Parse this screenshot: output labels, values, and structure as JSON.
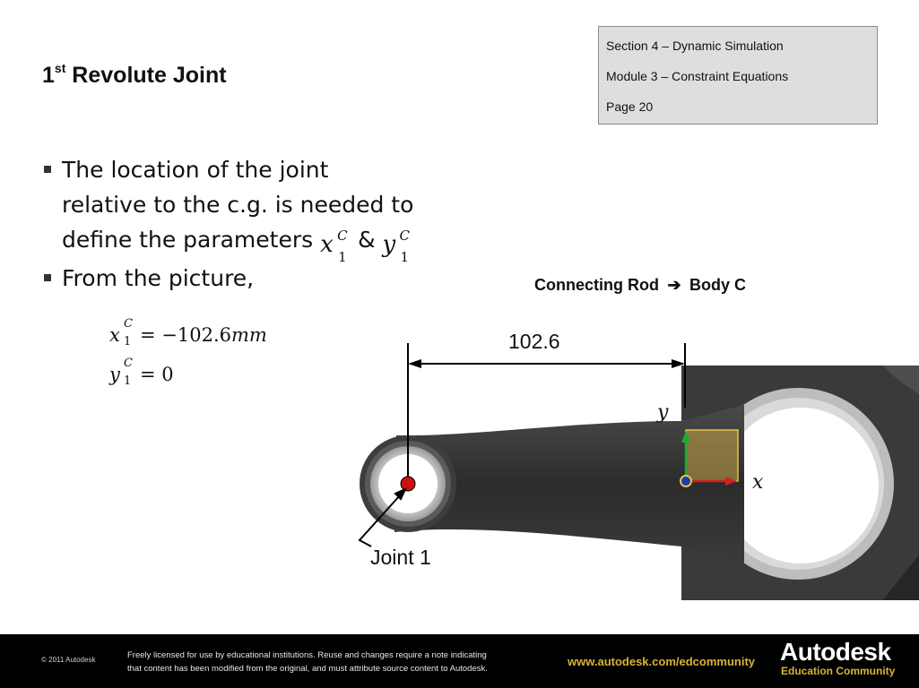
{
  "title": {
    "ordinal": "1",
    "ordinal_suffix": "st",
    "rest": " Revolute Joint"
  },
  "section_box": {
    "section": "Section 4 – Dynamic Simulation",
    "module": "Module 3 – Constraint Equations",
    "page": "Page 20"
  },
  "bullets": [
    {
      "line1": "The location of the joint",
      "line2": "relative to the c.g. is needed to",
      "line3_prefix": "define the parameters",
      "amp": "&"
    },
    {
      "text": "From the picture,"
    }
  ],
  "symbols": {
    "x": "x",
    "y": "y",
    "sup": "C",
    "sub": "1"
  },
  "equations": [
    {
      "var": "x",
      "rhs": "= −102.6",
      "unit": "mm"
    },
    {
      "var": "y",
      "rhs": "= 0"
    }
  ],
  "figure": {
    "caption_left": "Connecting Rod",
    "caption_arrow": "➔",
    "caption_right": "Body C",
    "dimension": "102.6",
    "joint_label": "Joint 1",
    "axis_y": "y",
    "axis_x": "x",
    "colors": {
      "joint_dot": "#cc1111",
      "cg_dot": "#1a3fb0",
      "axis_green": "#1faa2f",
      "axis_red": "#d42020",
      "highlight": "#e8c24a"
    }
  },
  "footer": {
    "copyright": "© 2011 Autodesk",
    "license_line1": "Freely licensed for use by educational institutions. Reuse and changes require a note indicating",
    "license_line2": "that content has been modified from the original, and must attribute source content to Autodesk.",
    "url": "www.autodesk.com/edcommunity",
    "brand": "Autodesk",
    "brand_sub": "Education Community"
  }
}
